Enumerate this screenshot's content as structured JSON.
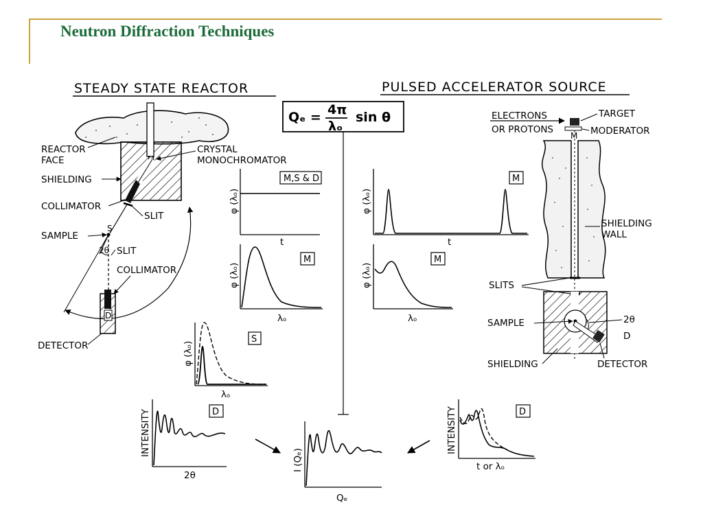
{
  "slide": {
    "title": "Neutron Diffraction Techniques",
    "accent_color": "#c9a43a",
    "title_color": "#1b6b3a"
  },
  "steady": {
    "heading": "STEADY STATE REACTOR",
    "reactor_face": "REACTOR",
    "reactor_face_2": "FACE",
    "crystal": "CRYSTAL",
    "monochromator": "MONOCHROMATOR",
    "shielding": "SHIELDING",
    "collimator_1": "COLLIMATOR",
    "slit_1": "SLIT",
    "sample": "SAMPLE",
    "sample_s": "S",
    "two_theta": "2θ",
    "slit_2": "SLIT",
    "collimator_2": "COLLIMATOR",
    "detector_d": "D",
    "detector": "DETECTOR",
    "mono_m": "M"
  },
  "pulsed": {
    "heading": "PULSED ACCELERATOR SOURCE",
    "electrons": "ELECTRONS",
    "or_protons": "OR PROTONS",
    "target": "TARGET",
    "moderator": "MODERATOR",
    "mod_m": "M",
    "shielding_wall": "SHIELDING",
    "shielding_wall_2": "WALL",
    "slits": "SLITS",
    "sample": "SAMPLE",
    "two_theta": "2θ",
    "detector_d": "D",
    "shielding": "SHIELDING",
    "detector": "DETECTOR"
  },
  "equation": {
    "lhs": "Qₑ =",
    "num": "4π",
    "den": "λₒ",
    "rhs": "sin θ"
  },
  "graphs": {
    "steady_flux_t": {
      "tag": "M,S & D",
      "ylabel": "φ (λₒ)",
      "xlabel": "t"
    },
    "steady_flux_lambda": {
      "tag": "M",
      "ylabel": "φ (λₒ)",
      "xlabel": "λₒ"
    },
    "steady_sample": {
      "tag": "S",
      "ylabel": "φ (λₒ)",
      "xlabel": "λₒ"
    },
    "steady_intensity": {
      "tag": "D",
      "ylabel": "INTENSITY",
      "xlabel": "2θ"
    },
    "pulsed_flux_t": {
      "tag": "M",
      "ylabel": "φ (λₒ)",
      "xlabel": "t"
    },
    "pulsed_flux_lambda": {
      "tag": "M",
      "ylabel": "φ (λₒ)",
      "xlabel": "λₒ"
    },
    "pulsed_intensity": {
      "tag": "D",
      "ylabel": "INTENSITY",
      "xlabel": "t  or  λₒ"
    },
    "combined": {
      "ylabel": "I (Qₑ)",
      "xlabel": "Qₑ"
    }
  }
}
